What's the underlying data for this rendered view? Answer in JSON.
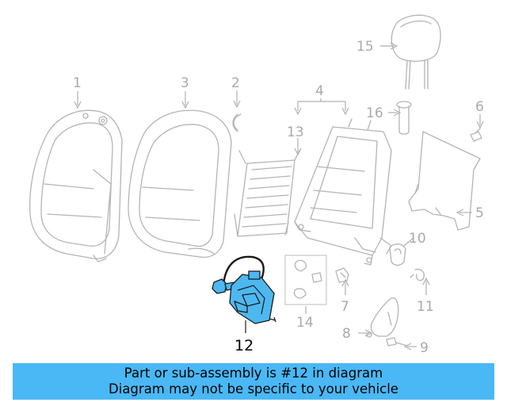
{
  "labels": {
    "p1": "1",
    "p2": "2",
    "p3": "3",
    "p4": "4",
    "p5": "5",
    "p6": "6",
    "p7": "7",
    "p8": "8",
    "p9": "9",
    "p10": "10",
    "p11": "11",
    "p12": "12",
    "p13": "13",
    "p14": "14",
    "p15": "15",
    "p16": "16"
  },
  "highlight_part": "12",
  "colors": {
    "highlight": "#4db8f0",
    "caption_bg": "#4ab8f5",
    "line_grey": "#b4b4b4"
  },
  "caption": {
    "line1": "Part or sub-assembly is #12 in diagram",
    "line2": "Diagram may not be specific to your vehicle"
  }
}
